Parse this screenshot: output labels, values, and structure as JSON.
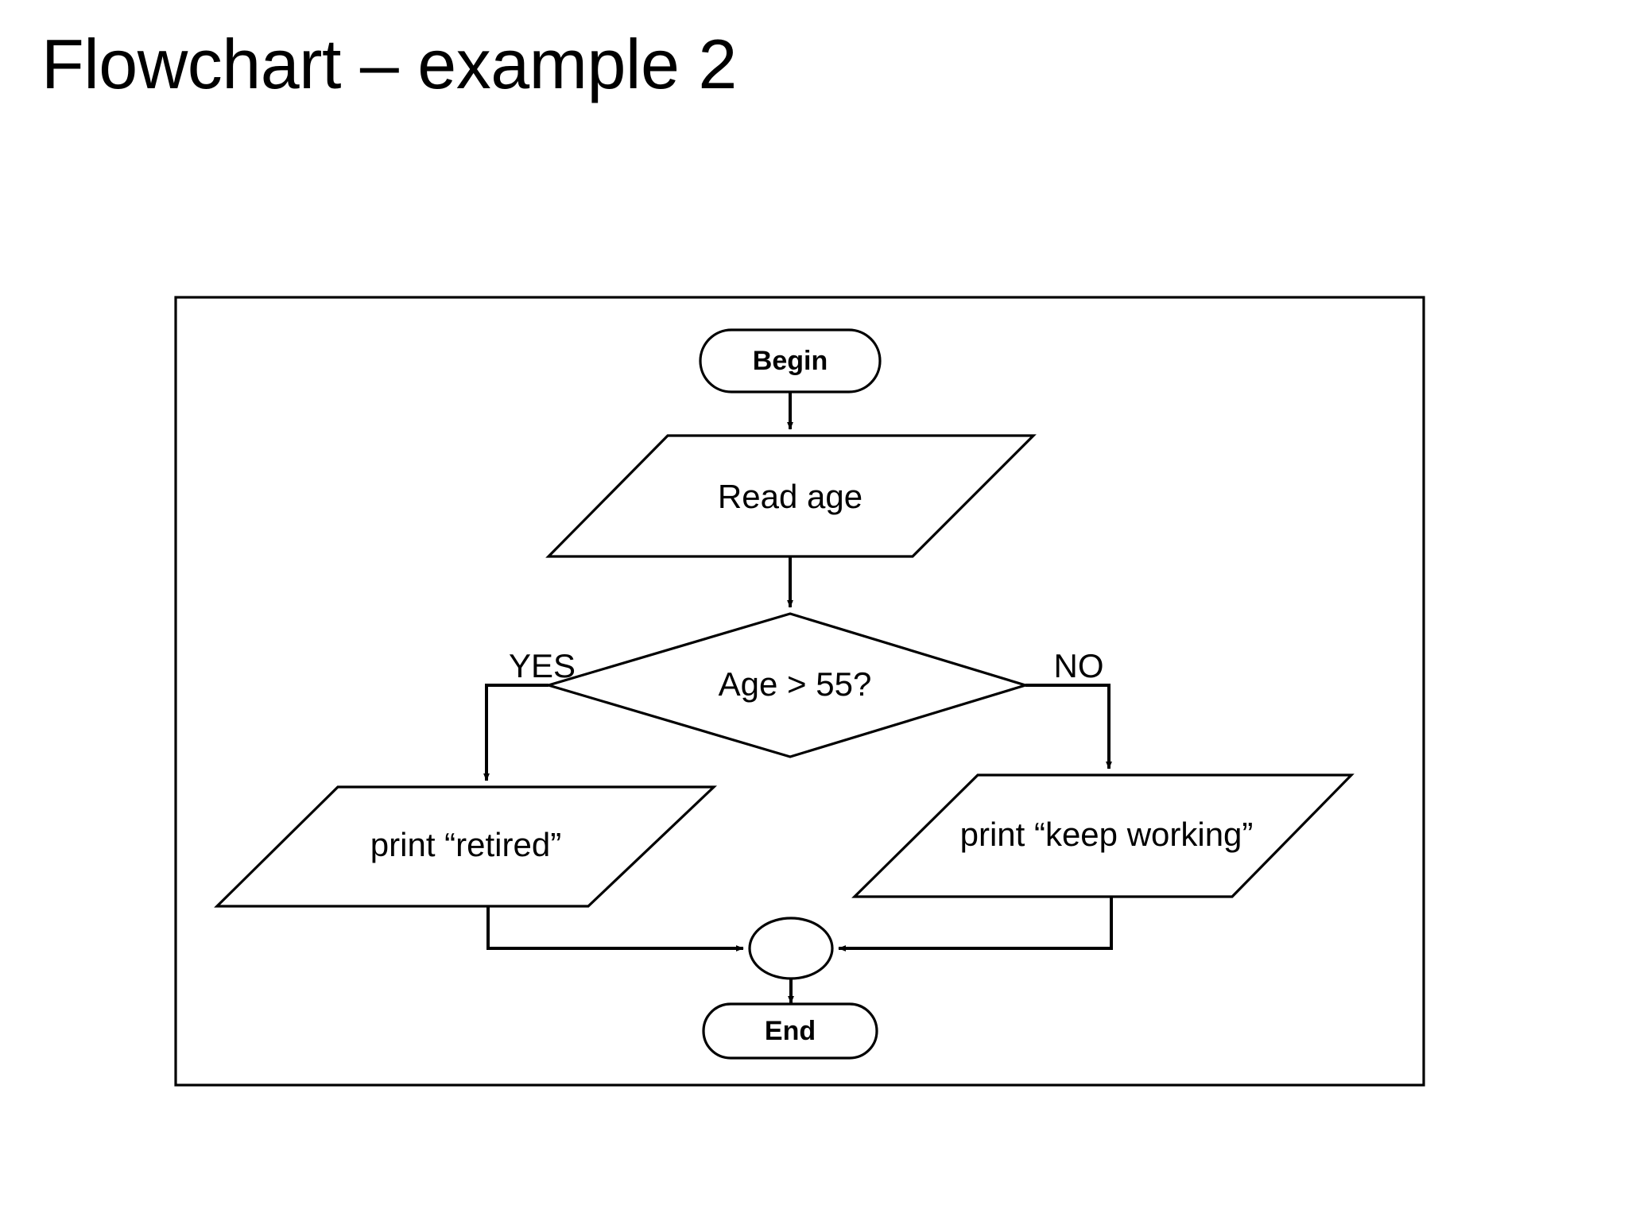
{
  "slide": {
    "title": "Flowchart – example 2",
    "background_color": "#ffffff",
    "ink_color": "#000000"
  },
  "diagram": {
    "frame_name": "flowchart-frame",
    "nodes": [
      {
        "id": "begin",
        "shape": "terminator",
        "label": "Begin",
        "bold": true
      },
      {
        "id": "read-age",
        "shape": "parallelogram",
        "label": "Read age",
        "bold": false
      },
      {
        "id": "decision",
        "shape": "diamond",
        "label": "Age > 55?",
        "bold": false
      },
      {
        "id": "print-retired",
        "shape": "parallelogram",
        "label": "print “retired”",
        "bold": false
      },
      {
        "id": "print-working",
        "shape": "parallelogram",
        "label": "print “keep working”",
        "bold": false
      },
      {
        "id": "merge",
        "shape": "circle",
        "label": "",
        "bold": false
      },
      {
        "id": "end",
        "shape": "terminator",
        "label": "End",
        "bold": true
      }
    ],
    "branch_labels": {
      "yes": "YES",
      "no": "NO"
    },
    "edges": [
      {
        "from": "begin",
        "to": "read-age",
        "label": ""
      },
      {
        "from": "read-age",
        "to": "decision",
        "label": ""
      },
      {
        "from": "decision",
        "to": "print-retired",
        "label": "YES"
      },
      {
        "from": "decision",
        "to": "print-working",
        "label": "NO"
      },
      {
        "from": "print-retired",
        "to": "merge",
        "label": ""
      },
      {
        "from": "print-working",
        "to": "merge",
        "label": ""
      },
      {
        "from": "merge",
        "to": "end",
        "label": ""
      }
    ]
  }
}
